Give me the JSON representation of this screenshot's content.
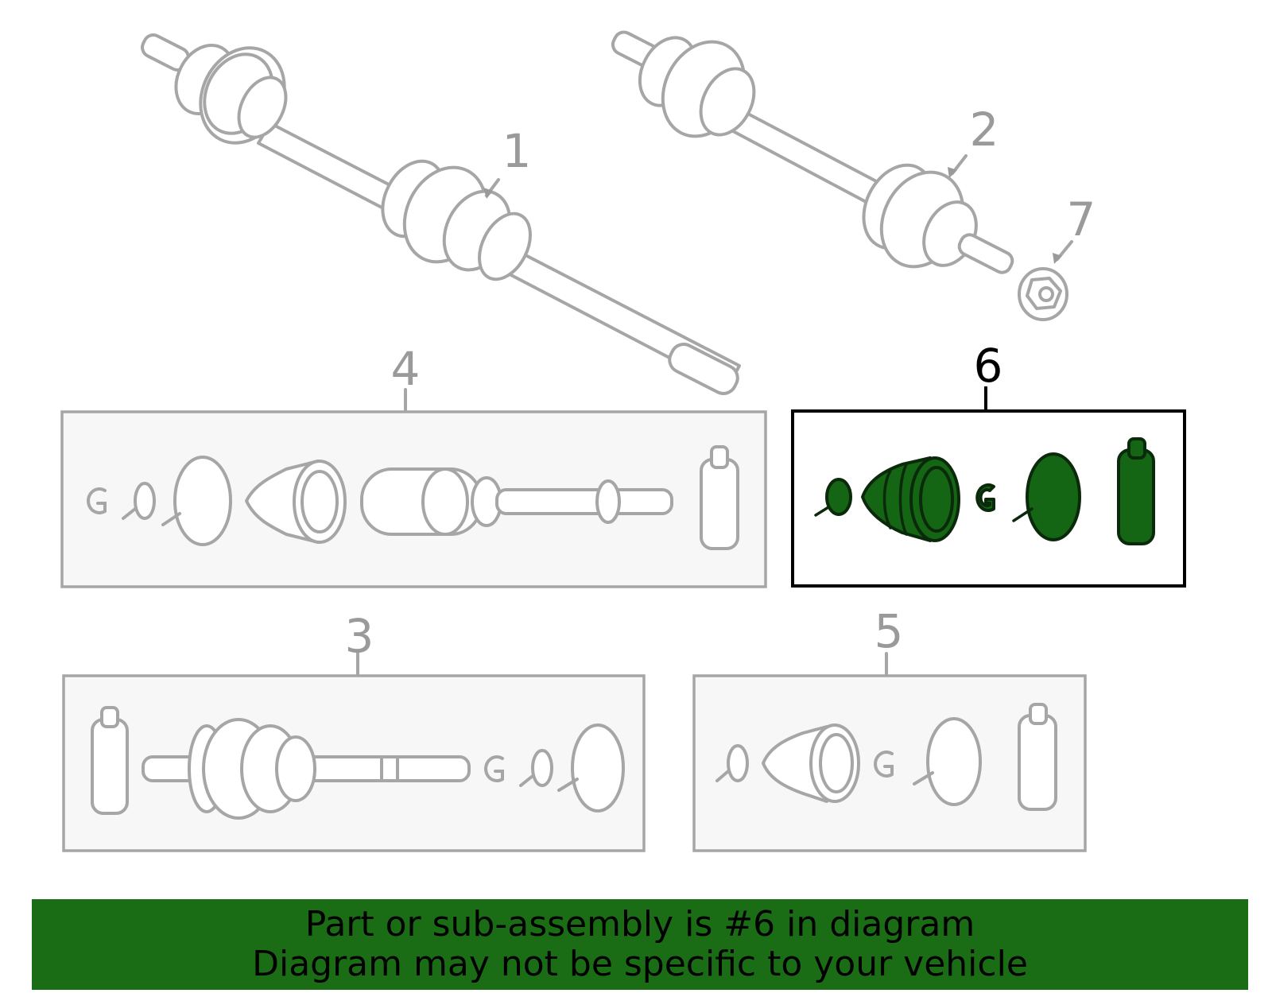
{
  "callouts": {
    "c1": "1",
    "c2": "2",
    "c3": "3",
    "c4": "4",
    "c5": "5",
    "c6": "6",
    "c7": "7"
  },
  "highlight": {
    "part_number": "6",
    "fill_color": "#146514",
    "frame_color": "#000000"
  },
  "banner": {
    "line1": "Part or sub-assembly is #6 in diagram",
    "line2": "Diagram may not be specific to your vehicle",
    "background": "#1a6d14"
  }
}
